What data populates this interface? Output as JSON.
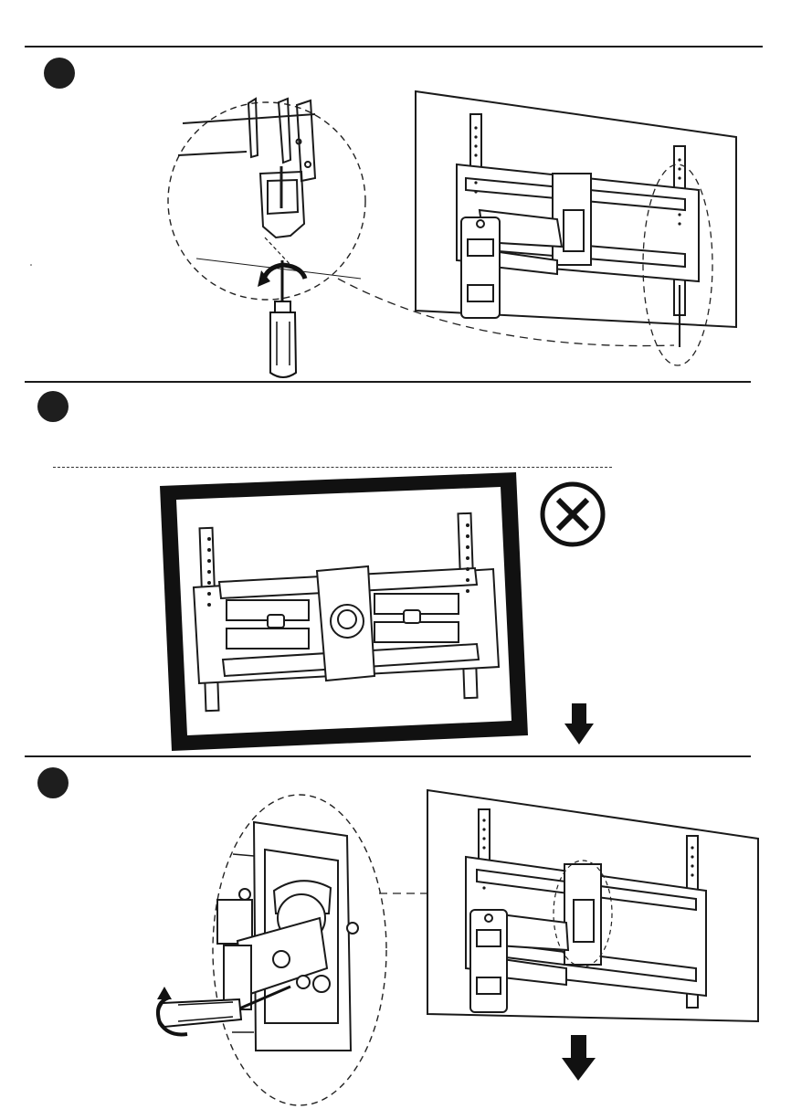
{
  "steps": [
    {
      "id": "step-1",
      "illustration": "tighten-bottom-safety-screw",
      "icon": "screwdriver-icon"
    },
    {
      "id": "step-2",
      "illustration": "incorrect-bracket-orientation",
      "icon": "prohibited-x-icon",
      "status": "incorrect"
    },
    {
      "id": "step-3",
      "illustration": "tighten-arm-tilt-screw",
      "icon": "screwdriver-icon"
    }
  ],
  "icons": {
    "step_marker": "filled-circle",
    "not_allowed": "circle-x",
    "direction": "down-arrow"
  },
  "colors": {
    "ink": "#1a1a1a",
    "frame": "#111111",
    "wall": "#ffffff",
    "paper": "#ffffff"
  }
}
